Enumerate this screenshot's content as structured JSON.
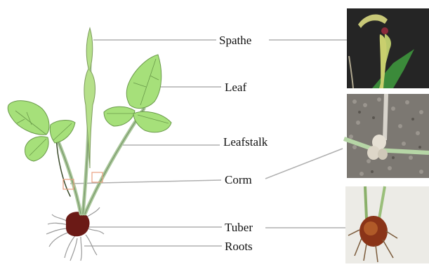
{
  "labels": {
    "spathe": "Spathe",
    "leaf": "Leaf",
    "leafstalk": "Leafstalk",
    "corm": "Corm",
    "tuber": "Tuber",
    "roots": "Roots"
  },
  "colors": {
    "leaf_fill": "#a6e07a",
    "leaf_vein": "#6a9a4a",
    "stem": "#a9c79a",
    "tuber": "#6b1a16",
    "roots": "#9a9a9a",
    "leader_line": "#b0b0b0",
    "corm_box": "#e8a080",
    "photo_dark_bg": "#222222",
    "photo_gravel_bg": "#8a8680",
    "photo_light_bg": "#e8e6e0"
  },
  "photos": [
    {
      "subject": "spathe",
      "icon": "spathe-photo"
    },
    {
      "subject": "corm",
      "icon": "corm-photo"
    },
    {
      "subject": "tuber",
      "icon": "tuber-photo"
    }
  ]
}
